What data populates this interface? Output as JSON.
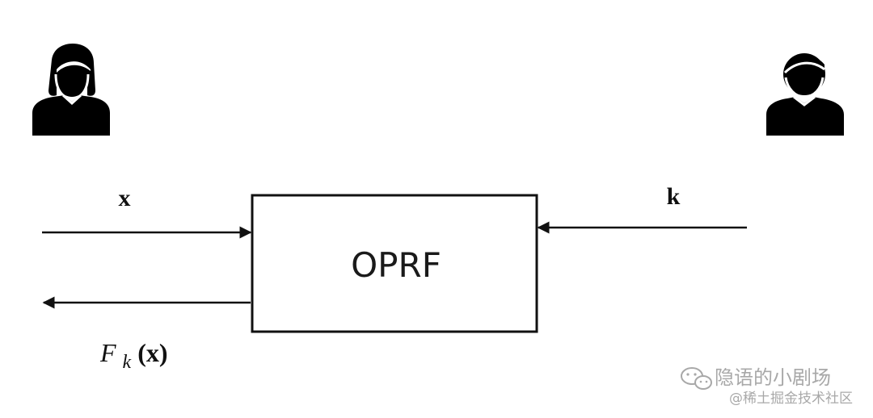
{
  "diagram": {
    "box_label": "OPRF",
    "input_left": "x",
    "input_right": "k",
    "output_left": {
      "function": "F",
      "subscript": "k",
      "argument": "(x)"
    }
  },
  "participants": {
    "left": {
      "icon": "woman-user-icon"
    },
    "right": {
      "icon": "man-user-icon"
    }
  },
  "watermark": {
    "channel": "隐语的小剧场",
    "community": "@稀土掘金技术社区"
  },
  "colors": {
    "ink": "#111111",
    "watermark": "#9a9a9a",
    "background": "#ffffff"
  }
}
